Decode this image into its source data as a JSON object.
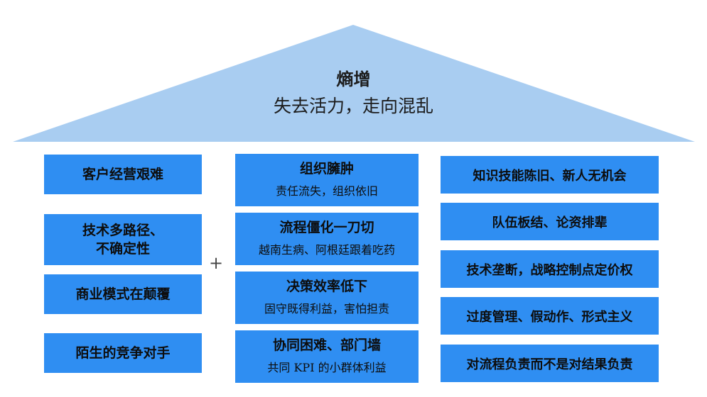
{
  "roof": {
    "title": "熵增",
    "subtitle": "失去活力，走向混乱",
    "color": "#a9cdf1"
  },
  "box_color": "#2f8ef2",
  "plus_sign": "+",
  "left_column": [
    {
      "label": "客户经营艰难"
    },
    {
      "label": "技术多路径、\n不确定性"
    },
    {
      "label": "商业模式在颠覆"
    },
    {
      "label": "陌生的竞争对手"
    }
  ],
  "center_column": [
    {
      "title": "组织臃肿",
      "subtitle": "责任流失，组织依旧"
    },
    {
      "title": "流程僵化一刀切",
      "subtitle": "越南生病、阿根廷跟着吃药"
    },
    {
      "title": "决策效率低下",
      "subtitle": "固守既得利益，害怕担责"
    },
    {
      "title": "协同困难、部门墙",
      "subtitle": "共同 KPI 的小群体利益"
    }
  ],
  "right_column": [
    {
      "label": "知识技能陈旧、新人无机会"
    },
    {
      "label": "队伍板结、论资排辈"
    },
    {
      "label": "技术垄断，战略控制点定价权"
    },
    {
      "label": "过度管理、假动作、形式主义"
    },
    {
      "label": "对流程负责而不是对结果负责"
    }
  ]
}
